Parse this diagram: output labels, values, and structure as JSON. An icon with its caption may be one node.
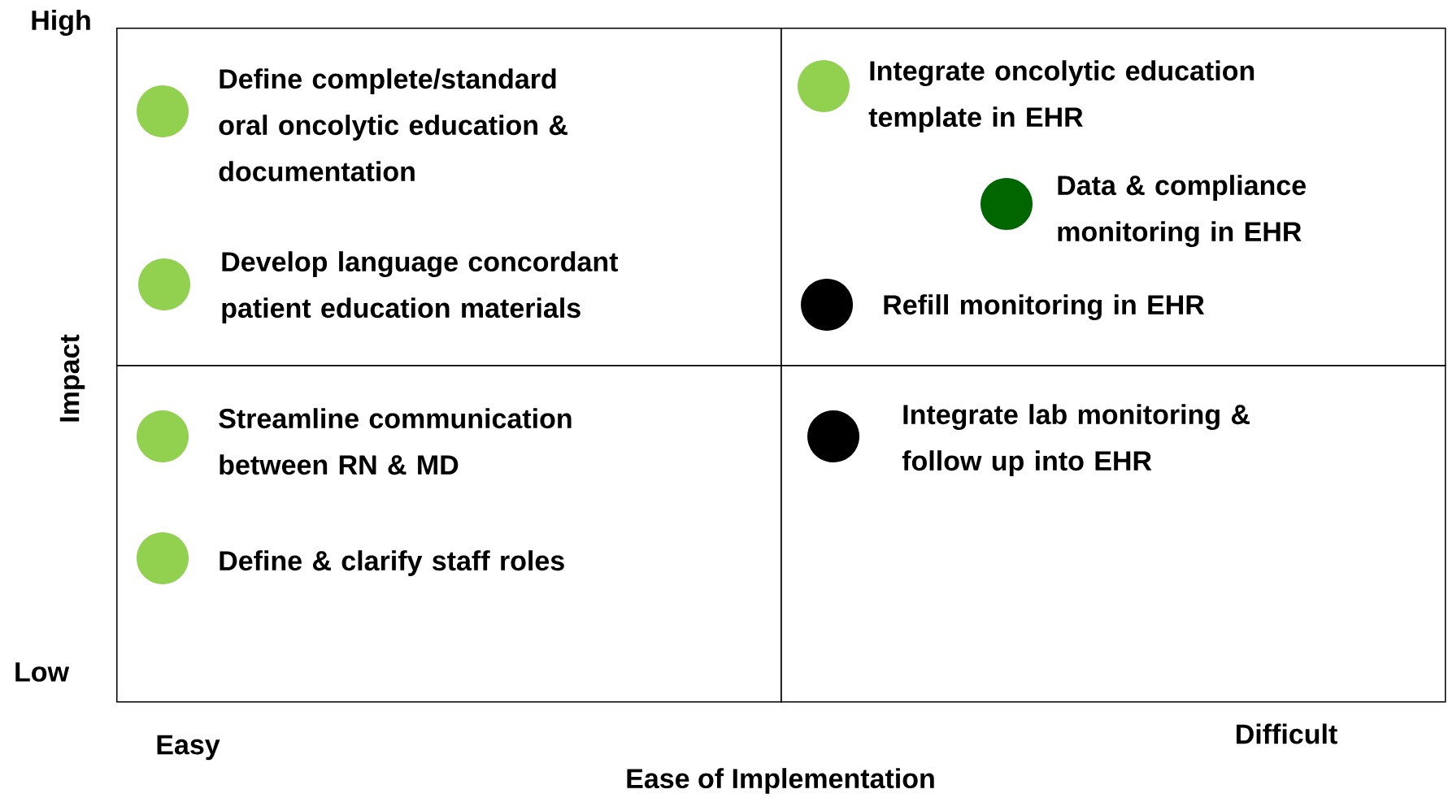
{
  "diagram": {
    "nodes": [
      {
        "text": [],
        "shape": "box"
      },
      {
        "text": [],
        "shape": "box"
      },
      {
        "text": [],
        "shape": "box"
      },
      {
        "text": [],
        "shape": "box"
      },
      {
        "text": [
          "Define complete/standard oral oncolytic education & documentation"
        ],
        "in": 0
      },
      {
        "text": [
          "Develop language concordant patient education materials"
        ],
        "in": 0
      },
      {
        "text": [
          "Integrate oncolytic education template in EHR"
        ],
        "in": 1
      },
      {
        "text": [
          "Data & compliance monitoring in EHR"
        ],
        "in": 1
      },
      {
        "text": [
          "Refill monitoring in EHR"
        ],
        "in": 1
      },
      {
        "text": [
          "Streamline communication between RN & MD"
        ],
        "in": 2
      },
      {
        "text": [
          "Define & clarify staff roles"
        ],
        "in": 2
      },
      {
        "text": [
          "Integrate lab monitoring & follow up into EHR"
        ],
        "in": 3
      }
    ],
    "labels": [
      "High",
      "Impact",
      "Low",
      "Difficult",
      "Easy",
      "Ease of Implementation"
    ]
  }
}
